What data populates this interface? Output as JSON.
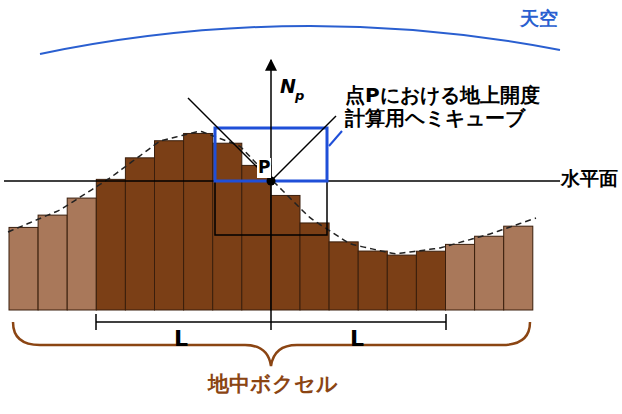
{
  "diagram": {
    "labels": [
      "天空",
      "N",
      "p",
      "P",
      "点Pにおける地上開度 計算用ヘミキューブ",
      "水平面",
      "L",
      "L",
      "地中ボクセル"
    ]
  }
}
